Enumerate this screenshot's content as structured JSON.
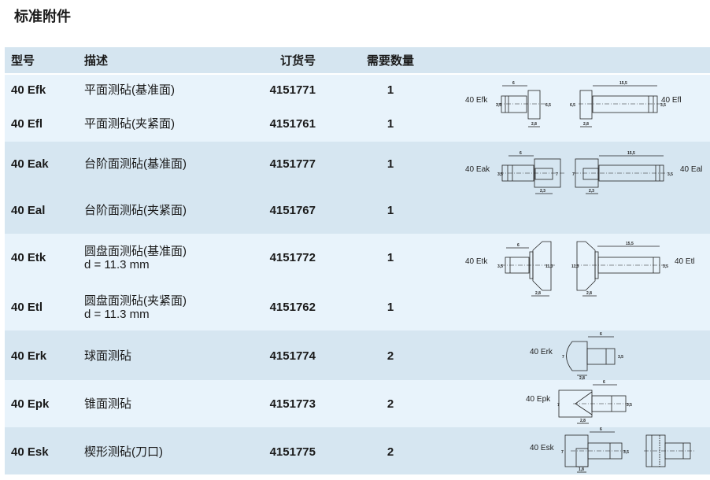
{
  "title": "标准附件",
  "headers": {
    "model": "型号",
    "description": "描述",
    "order_no": "订货号",
    "qty": "需要数量"
  },
  "rows": [
    {
      "model": "40 Efk",
      "description": "平面测砧(基准面)",
      "order_no": "4151771",
      "qty": "1"
    },
    {
      "model": "40 Efl",
      "description": "平面测砧(夹紧面)",
      "order_no": "4151761",
      "qty": "1"
    },
    {
      "model": "40 Eak",
      "description": "台阶面测砧(基准面)",
      "order_no": "4151777",
      "qty": "1"
    },
    {
      "model": "40 Eal",
      "description": "台阶面测砧(夹紧面)",
      "order_no": "4151767",
      "qty": "1"
    },
    {
      "model": "40 Etk",
      "description": "圆盘面测砧(基准面)",
      "description2": "d = 11.3 mm",
      "order_no": "4151772",
      "qty": "1"
    },
    {
      "model": "40 Etl",
      "description": "圆盘面测砧(夹紧面)",
      "description2": "d = 11.3 mm",
      "order_no": "4151762",
      "qty": "1"
    },
    {
      "model": "40 Erk",
      "description": "球面测砧",
      "order_no": "4151774",
      "qty": "2"
    },
    {
      "model": "40 Epk",
      "description": "锥面测砧",
      "order_no": "4151773",
      "qty": "2"
    },
    {
      "model": "40 Esk",
      "description": "楔形测砧(刀口)",
      "order_no": "4151775",
      "qty": "2"
    }
  ],
  "drawings": {
    "efk": {
      "label": "40 Efk",
      "dims": [
        "6",
        "3,5",
        "6,5",
        "2,8"
      ]
    },
    "efl": {
      "label": "40 Efl",
      "dims": [
        "15,5",
        "6,5",
        "3,5",
        "2,8"
      ]
    },
    "eak": {
      "label": "40 Eak",
      "dims": [
        "6",
        "3,5",
        "7",
        "2,3"
      ]
    },
    "eal": {
      "label": "40 Eal",
      "dims": [
        "15,5",
        "7",
        "3,5",
        "2,3"
      ]
    },
    "etk": {
      "label": "40 Etk",
      "dims": [
        "6",
        "3,5",
        "11,3",
        "2,8"
      ]
    },
    "etl": {
      "label": "40 Etl",
      "dims": [
        "15,5",
        "11,3",
        "3,5",
        "2,8"
      ]
    },
    "erk": {
      "label": "40 Erk",
      "dims": [
        "6",
        "7",
        "3,5",
        "2,8"
      ]
    },
    "epk": {
      "label": "40 Epk",
      "dims": [
        "6",
        "7",
        "3,5",
        "2,8"
      ]
    },
    "esk": {
      "label": "40 Esk",
      "dims": [
        "6",
        "7",
        "3,5",
        "1,8"
      ]
    }
  }
}
